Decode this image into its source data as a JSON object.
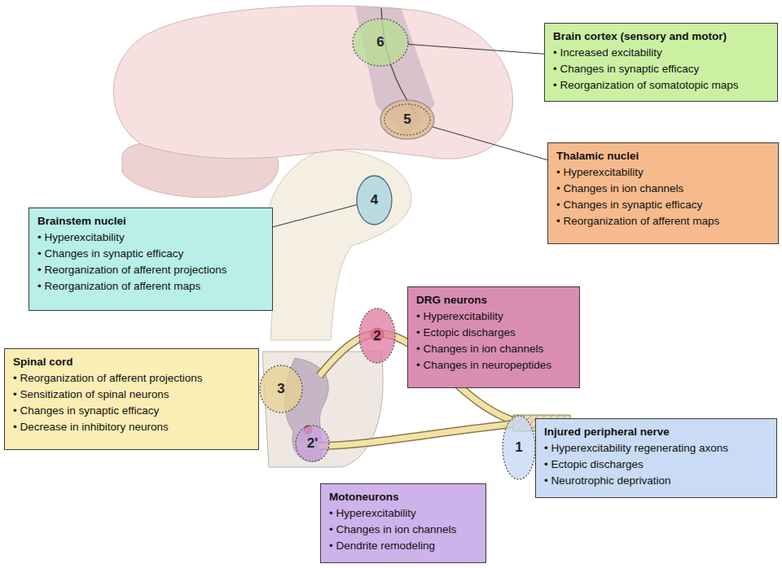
{
  "diagram": {
    "nodes": [
      {
        "text": [
          "6"
        ]
      },
      {
        "text": [
          "Brain cortex (sensory and motor)",
          "• Increased excitability",
          "• Changes in synaptic efficacy",
          "• Reorganization of somatotopic maps"
        ]
      },
      {
        "text": [
          "5"
        ]
      },
      {
        "text": [
          "Thalamic nuclei",
          "• Hyperexcitability",
          "• Changes in ion channels",
          "• Changes in synaptic efficacy",
          "• Reorganization of afferent maps"
        ]
      },
      {
        "text": [
          "4"
        ]
      },
      {
        "text": [
          "Brainstem nuclei",
          "• Hyperexcitability",
          "• Changes in synaptic efficacy",
          "• Reorganization of afferent projections",
          "• Reorganization of afferent maps"
        ]
      },
      {
        "text": [
          "DRG neurons",
          "• Hyperexcitability",
          "• Ectopic discharges",
          "• Changes in ion channels",
          "• Changes in neuropeptides"
        ]
      },
      {
        "text": [
          "2"
        ]
      },
      {
        "text": [
          "3"
        ]
      },
      {
        "text": [
          "Spinal cord",
          "• Reorganization of afferent projections",
          "• Sensitization of spinal neurons",
          "• Changes in synaptic efficacy",
          "• Decrease in inhibitory neurons"
        ]
      },
      {
        "text": [
          "1"
        ]
      },
      {
        "text": [
          "Injured peripheral nerve",
          "• Hyperexcitability regenerating axons",
          "• Ectopic discharges",
          "• Neurotrophic deprivation"
        ]
      },
      {
        "text": [
          "2'"
        ]
      },
      {
        "text": [
          "Motoneurons",
          "• Hyperexcitability",
          "• Changes in ion channels",
          "• Dendrite remodeling"
        ]
      }
    ],
    "edges": [
      {
        "from": 0,
        "to": 1,
        "arrow": "none"
      },
      {
        "from": 2,
        "to": 3,
        "arrow": "none"
      },
      {
        "from": 5,
        "to": 4,
        "arrow": "none"
      }
    ]
  }
}
